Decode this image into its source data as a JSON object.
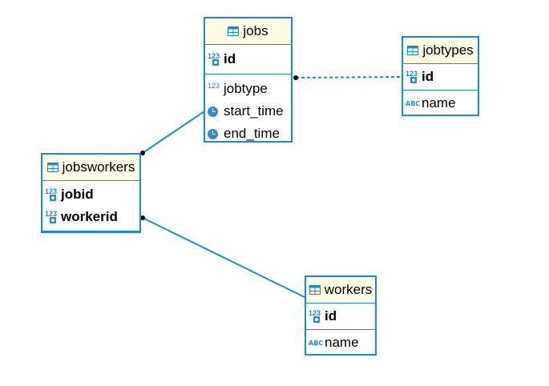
{
  "colors": {
    "border": "#1a8ccc",
    "header_bg": "#fdfde6",
    "line": "#1a8ccc"
  },
  "entities": {
    "jobs": {
      "name": "jobs",
      "keys": [
        {
          "name": "id",
          "type": "numeric"
        }
      ],
      "columns": [
        {
          "name": "jobtype",
          "type": "numeric"
        },
        {
          "name": "start_time",
          "type": "datetime"
        },
        {
          "name": "end_time",
          "type": "datetime"
        }
      ]
    },
    "jobtypes": {
      "name": "jobtypes",
      "keys": [
        {
          "name": "id",
          "type": "numeric"
        }
      ],
      "columns": [
        {
          "name": "name",
          "type": "text"
        }
      ]
    },
    "jobsworkers": {
      "name": "jobsworkers",
      "keys": [
        {
          "name": "jobid",
          "type": "numeric"
        },
        {
          "name": "workerid",
          "type": "numeric"
        }
      ],
      "columns": []
    },
    "workers": {
      "name": "workers",
      "keys": [
        {
          "name": "id",
          "type": "numeric"
        }
      ],
      "columns": [
        {
          "name": "name",
          "type": "text"
        }
      ]
    }
  },
  "relationships": [
    {
      "from": "jobs",
      "to": "jobtypes",
      "style": "dashed"
    },
    {
      "from": "jobsworkers",
      "to": "jobs",
      "style": "solid"
    },
    {
      "from": "jobsworkers",
      "to": "workers",
      "style": "solid"
    }
  ]
}
